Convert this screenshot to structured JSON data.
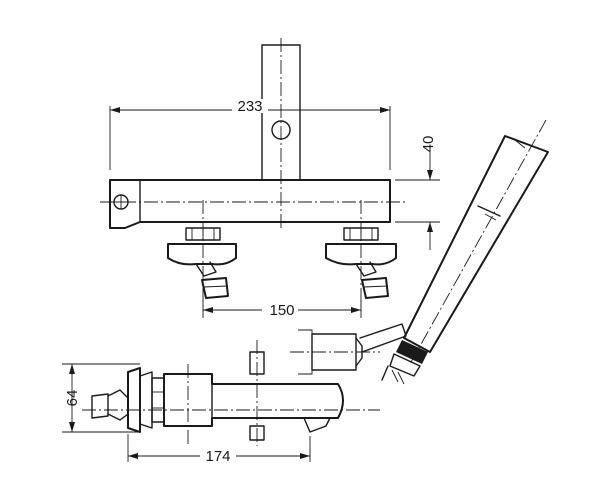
{
  "dimensions": {
    "overall_width": "233",
    "top_height": "40",
    "center_distance": "150",
    "depth": "64",
    "projection": "174"
  }
}
